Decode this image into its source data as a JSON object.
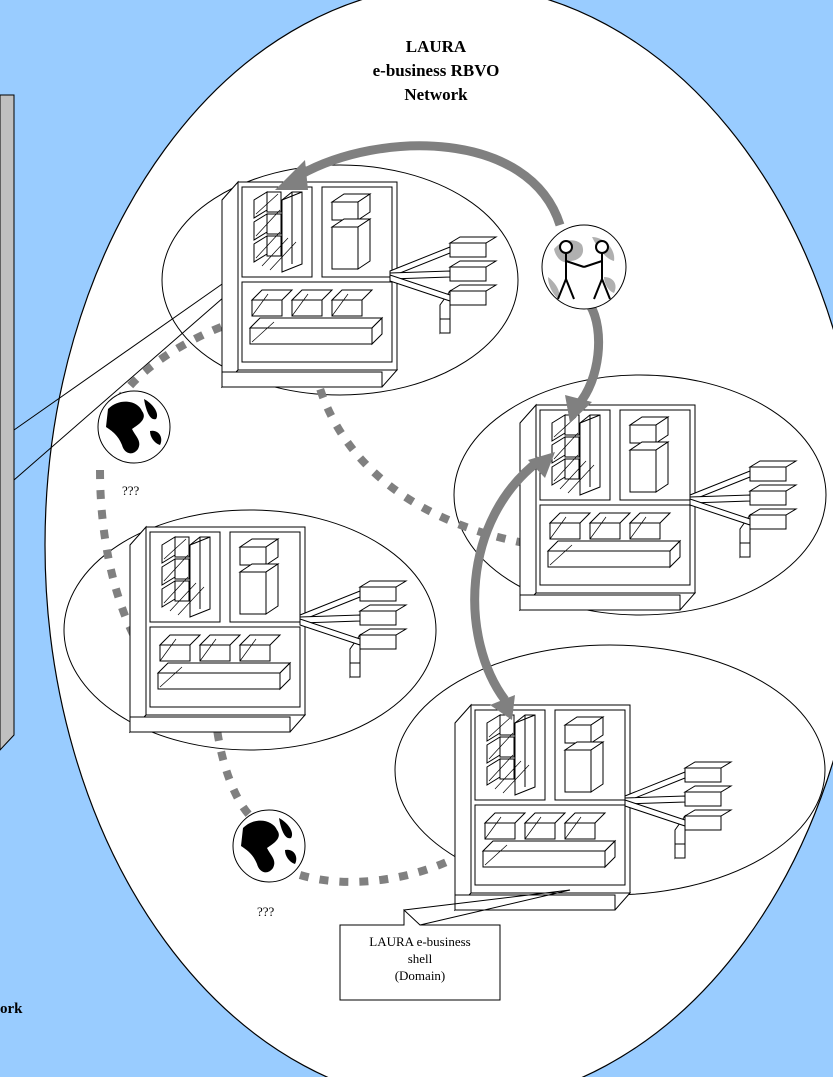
{
  "title": {
    "line1": "LAURA",
    "line2": "e-business RBVO",
    "line3": "Network"
  },
  "left_panel_label_fragment": "ork",
  "globe_labels": {
    "upper": "???",
    "lower": "???"
  },
  "callout": {
    "line1": "LAURA e-business",
    "line2": "shell",
    "line3": "(Domain)"
  },
  "colors": {
    "background": "#99ccff",
    "shell_fill": "#ffffff",
    "arrow_gray": "#808080",
    "panel_gray": "#c0c0c0"
  },
  "icons": [
    "handshake-globe-icon",
    "globe-icon",
    "enterprise-server-icon"
  ]
}
